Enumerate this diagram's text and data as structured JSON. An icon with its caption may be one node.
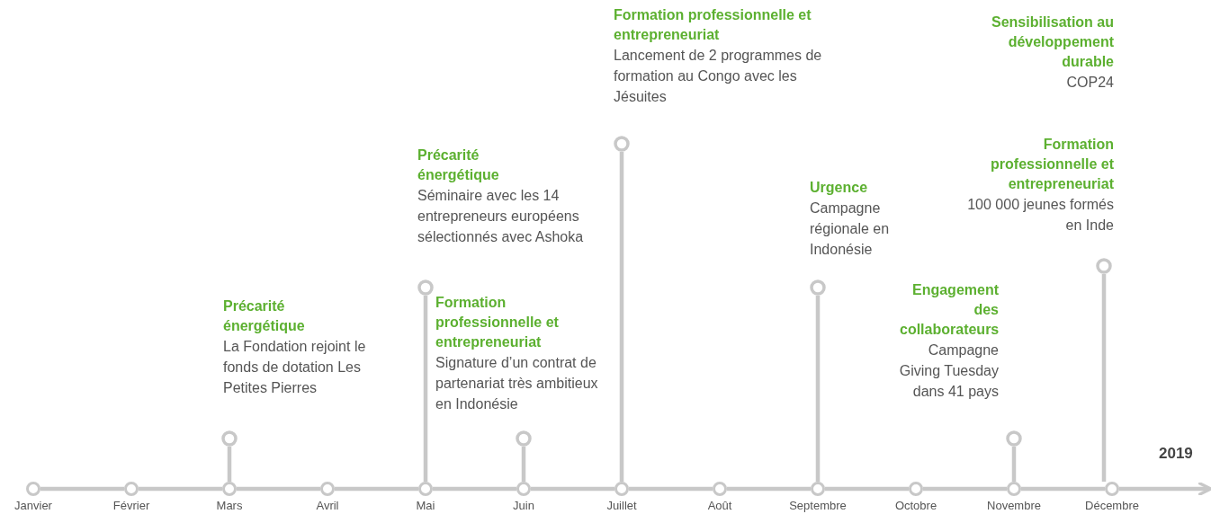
{
  "diagram": {
    "nodes": [
      {
        "text": [
          "Janvier"
        ]
      },
      {
        "text": [
          "Février"
        ]
      },
      {
        "text": [
          "Mars"
        ]
      },
      {
        "text": [
          "Avril"
        ]
      },
      {
        "text": [
          "Mai"
        ]
      },
      {
        "text": [
          "Juin"
        ]
      },
      {
        "text": [
          "Juillet"
        ]
      },
      {
        "text": [
          "Août"
        ]
      },
      {
        "text": [
          "Septembre"
        ]
      },
      {
        "text": [
          "Octobre"
        ]
      },
      {
        "text": [
          "Novembre"
        ]
      },
      {
        "text": [
          "Décembre"
        ]
      },
      {
        "text": [
          "Précarité énergétique",
          "La Fondation rejoint le fonds de dotation Les Petites Pierres"
        ]
      },
      {
        "text": [
          "Précarité énergétique",
          "Séminaire avec les 14 entrepreneurs européens sélectionnés avec Ashoka"
        ]
      },
      {
        "text": [
          "Formation professionnelle et entrepreneuriat",
          "Signature d’un contrat de partenariat très ambitieux en Indonésie"
        ]
      },
      {
        "text": [
          "Formation professionnelle et entrepreneuriat",
          "Lancement de 2 programmes de formation au Congo avec les Jésuites"
        ]
      },
      {
        "text": [
          "Urgence",
          "Campagne régionale en Indonésie"
        ]
      },
      {
        "text": [
          "Engagement des collaborateurs",
          "Campagne Giving Tuesday dans 41 pays"
        ]
      },
      {
        "text": [
          "Sensibilisation au développement durable",
          "COP24"
        ]
      },
      {
        "text": [
          "Formation professionnelle et entrepreneuriat",
          "100 000 jeunes formés en Inde"
        ]
      }
    ],
    "edges": [
      {
        "from": 0,
        "to": 1,
        "arrow": "none"
      },
      {
        "from": 1,
        "to": 2,
        "arrow": "none"
      },
      {
        "from": 2,
        "to": 3,
        "arrow": "none"
      },
      {
        "from": 3,
        "to": 4,
        "arrow": "none"
      },
      {
        "from": 4,
        "to": 5,
        "arrow": "none"
      },
      {
        "from": 5,
        "to": 6,
        "arrow": "none"
      },
      {
        "from": 6,
        "to": 7,
        "arrow": "none"
      },
      {
        "from": 7,
        "to": 8,
        "arrow": "none"
      },
      {
        "from": 8,
        "to": 9,
        "arrow": "none"
      },
      {
        "from": 9,
        "to": 10,
        "arrow": "none"
      },
      {
        "from": 10,
        "to": 11,
        "arrow": "none"
      },
      {
        "from": 11,
        "to": null,
        "arrow": "to"
      },
      {
        "from": 12,
        "to": 2,
        "arrow": "none"
      },
      {
        "from": 13,
        "to": 4,
        "arrow": "none"
      },
      {
        "from": 14,
        "to": 5,
        "arrow": "none"
      },
      {
        "from": 15,
        "to": 6,
        "arrow": "none"
      },
      {
        "from": 16,
        "to": 8,
        "arrow": "none"
      },
      {
        "from": 17,
        "to": 10,
        "arrow": "none"
      },
      {
        "from": 19,
        "to": 11,
        "arrow": "none"
      }
    ],
    "labels": [
      "2019"
    ]
  }
}
